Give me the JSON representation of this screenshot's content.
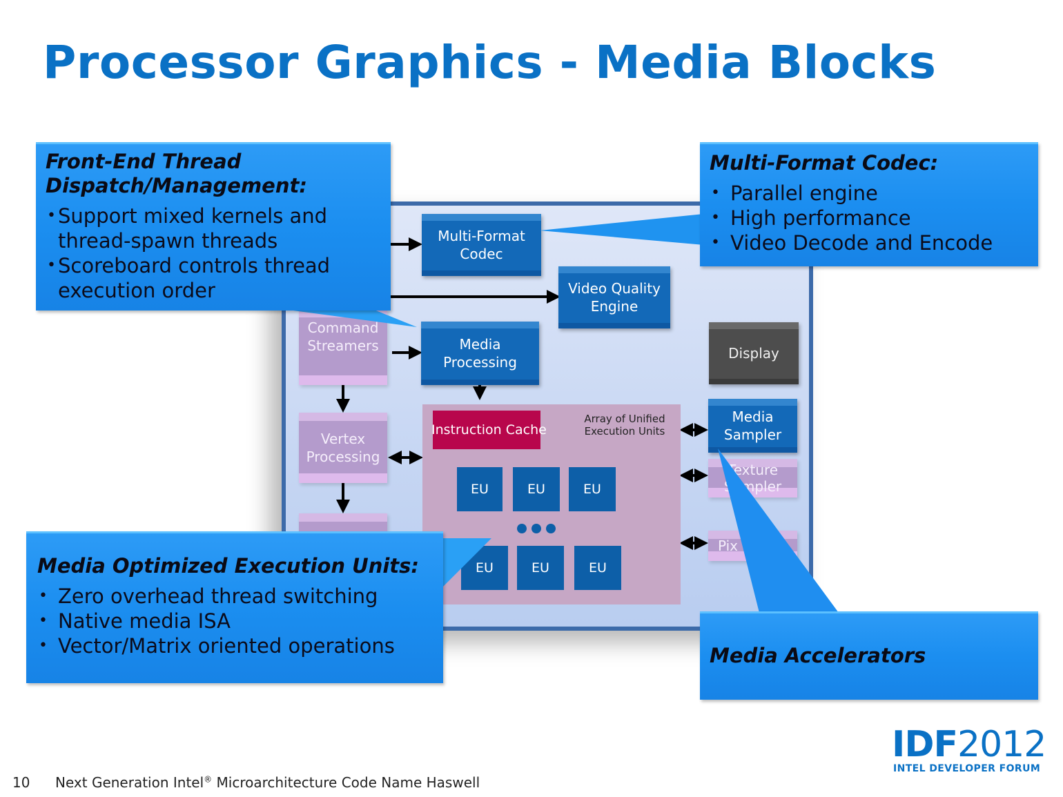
{
  "slide": {
    "title": "Processor Graphics - Media Blocks",
    "page_number": "10",
    "footer": {
      "prefix": "Next Generation Intel",
      "reg": "®",
      "suffix": " Microarchitecture Code Name Haswell"
    },
    "logo": {
      "main_bold": "IDF",
      "main_light": "2012",
      "sub": "INTEL DEVELOPER FORUM"
    }
  },
  "colors": {
    "title": "#0a71c5",
    "callout": "#1b8ef0",
    "media_block": "#1369b8",
    "graphics_block": "#b49bcc",
    "display_block": "#4d4d4d",
    "instruction_cache": "#b8064c",
    "eu": "#0d5fa8",
    "frame_border": "#3c6aa9"
  },
  "diagram": {
    "blocks": {
      "multi_format_codec": "Multi-Format\nCodec",
      "video_quality_engine": "Video Quality\nEngine",
      "command_streamers": "Command\nStreamers",
      "media_processing": "Media\nProcessing",
      "display": "Display",
      "vertex_processing": "Vertex\nProcessing",
      "media_sampler": "Media\nSampler",
      "texture_sampler": "Texture\nSampler",
      "pixel_partial": "Pix"
    },
    "instruction_cache": "Instruction Cache",
    "array_label": "Array of Unified\nExecution Units",
    "eu_label": "EU",
    "eu_rows": [
      [
        "EU",
        "EU",
        "EU"
      ],
      [
        "EU",
        "EU",
        "EU"
      ]
    ]
  },
  "callouts": {
    "front_end": {
      "title": "Front-End Thread\nDispatch/Management:",
      "bullets": [
        "Support mixed kernels and\nthread-spawn threads",
        "Scoreboard controls thread\nexecution order"
      ]
    },
    "codec": {
      "title": "Multi-Format Codec:",
      "bullets": [
        "Parallel engine",
        "High performance",
        "Video Decode and Encode"
      ]
    },
    "eu": {
      "title": "Media Optimized Execution Units:",
      "bullets": [
        "Zero overhead thread switching",
        "Native media ISA",
        "Vector/Matrix oriented operations"
      ]
    },
    "accelerators": {
      "title": "Media Accelerators"
    }
  }
}
